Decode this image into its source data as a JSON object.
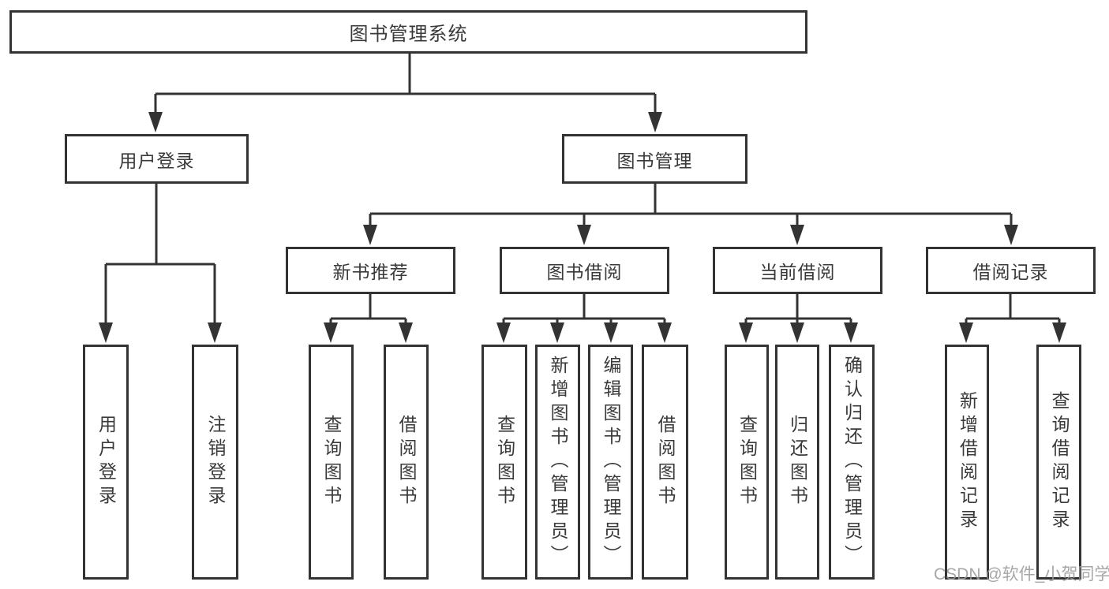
{
  "tree": {
    "root": "图书管理系统",
    "branches": [
      {
        "label": "用户登录",
        "children": [
          "用户登录",
          "注销登录"
        ]
      },
      {
        "label": "图书管理",
        "sections": [
          {
            "label": "新书推荐",
            "children": [
              "查询图书",
              "借阅图书"
            ]
          },
          {
            "label": "图书借阅",
            "children": [
              "查询图书",
              "新增图书（管理员）",
              "编辑图书（管理员）",
              "借阅图书"
            ]
          },
          {
            "label": "当前借阅",
            "children": [
              "查询图书",
              "归还图书",
              "确认归还（管理员）"
            ]
          },
          {
            "label": "借阅记录",
            "children": [
              "新增借阅记录",
              "查询借阅记录"
            ]
          }
        ]
      }
    ]
  },
  "watermark": "CSDN @软件_小贺同学",
  "colors": {
    "line": "#333333",
    "text": "#3a3a3a",
    "background": "#ffffff",
    "watermark": "#9b9b9b"
  }
}
